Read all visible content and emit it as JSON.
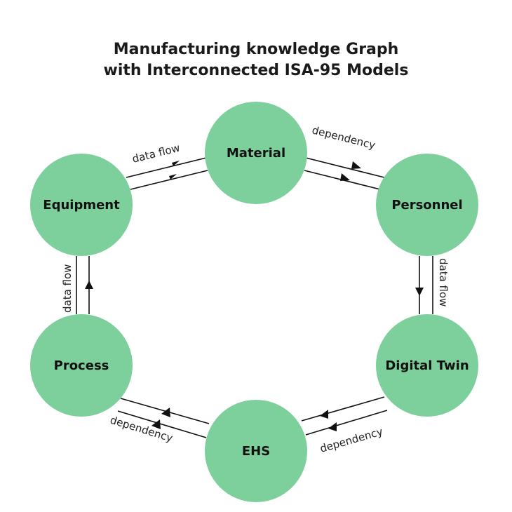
{
  "title": {
    "line1": "Manufacturing knowledge Graph",
    "line2": "with Interconnected ISA-95 Models"
  },
  "colors": {
    "node_fill": "#7dcf9c",
    "line": "#111111",
    "text": "#111111"
  },
  "nodes": {
    "material": "Material",
    "personnel": "Personnel",
    "digital_twin": "Digital Twin",
    "ehs": "EHS",
    "process": "Process",
    "equipment": "Equipment"
  },
  "edges": {
    "equipment_material": "data flow",
    "material_personnel": "dependency",
    "personnel_digital_twin": "data flow",
    "digital_twin_ehs": "dependency",
    "ehs_process": "dependency",
    "process_equipment": "data flow"
  }
}
